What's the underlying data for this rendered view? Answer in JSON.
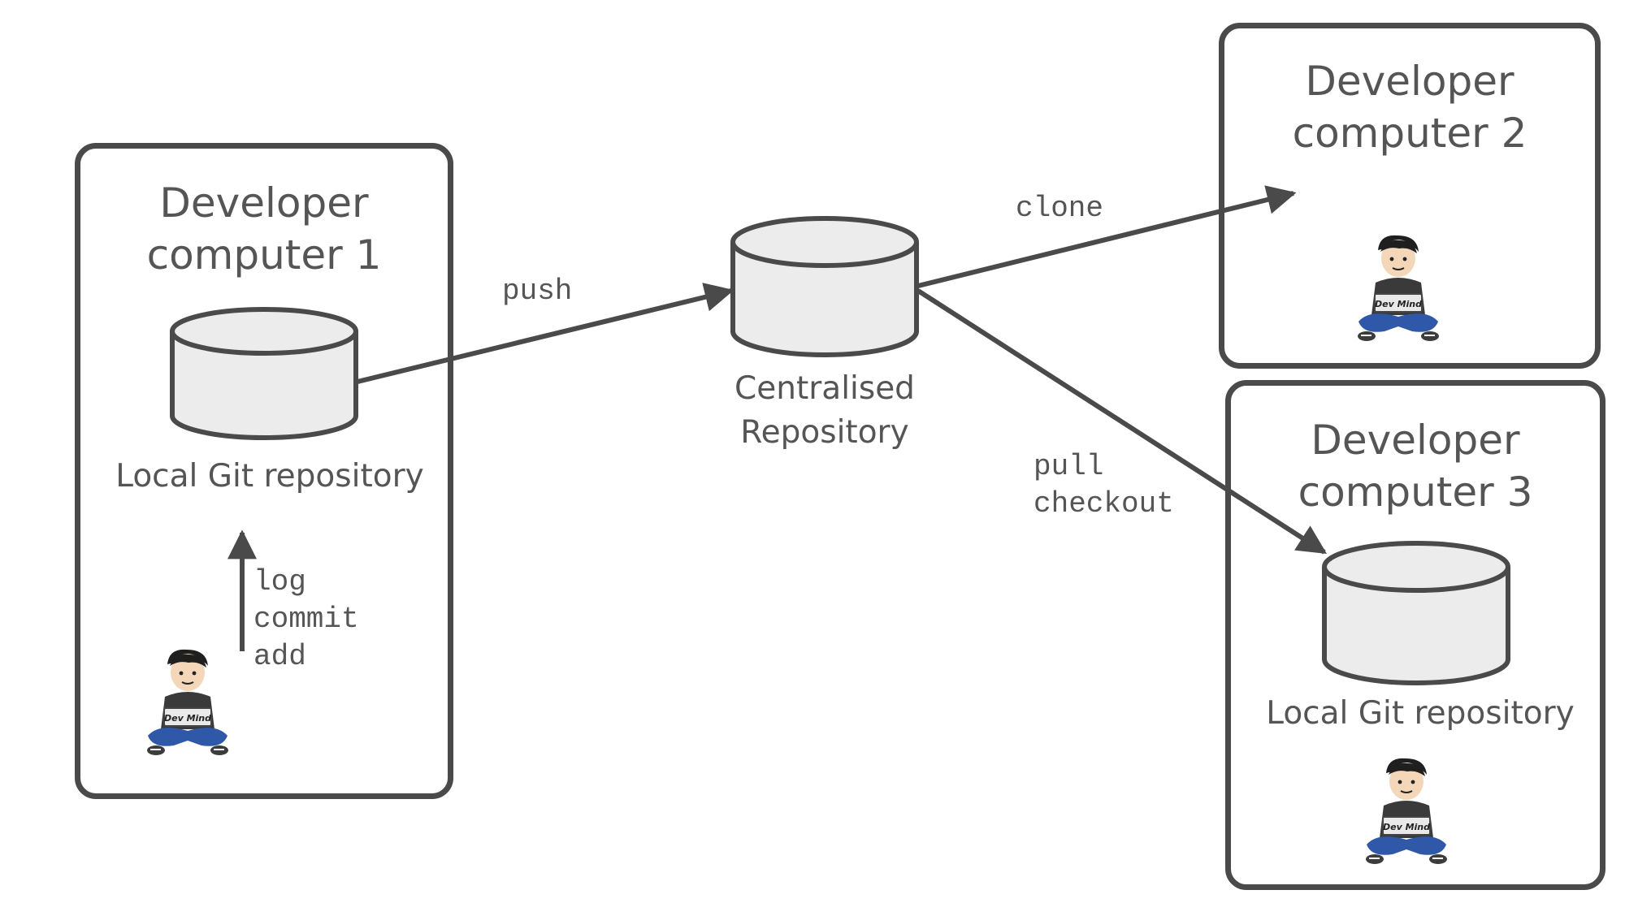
{
  "computers": [
    {
      "title_line1": "Developer",
      "title_line2": "computer 1",
      "repo_label": "Local Git repository"
    },
    {
      "title_line1": "Developer",
      "title_line2": "computer 2"
    },
    {
      "title_line1": "Developer",
      "title_line2": "computer 3",
      "repo_label": "Local Git repository"
    }
  ],
  "central": {
    "label_line1": "Centralised",
    "label_line2": "Repository"
  },
  "commands": {
    "push": "push",
    "clone": "clone",
    "pull": "pull",
    "checkout": "checkout",
    "log": "log",
    "commit": "commit",
    "add": "add"
  },
  "mascot_text": "Dev Mind",
  "colors": {
    "stroke": "#4a4a4a",
    "cylinder_fill": "#ececec",
    "text": "#555555",
    "shirt": "#3a3a3a",
    "pants": "#2f59a8",
    "hair": "#1f1f1f",
    "skin": "#f4d7b8"
  }
}
